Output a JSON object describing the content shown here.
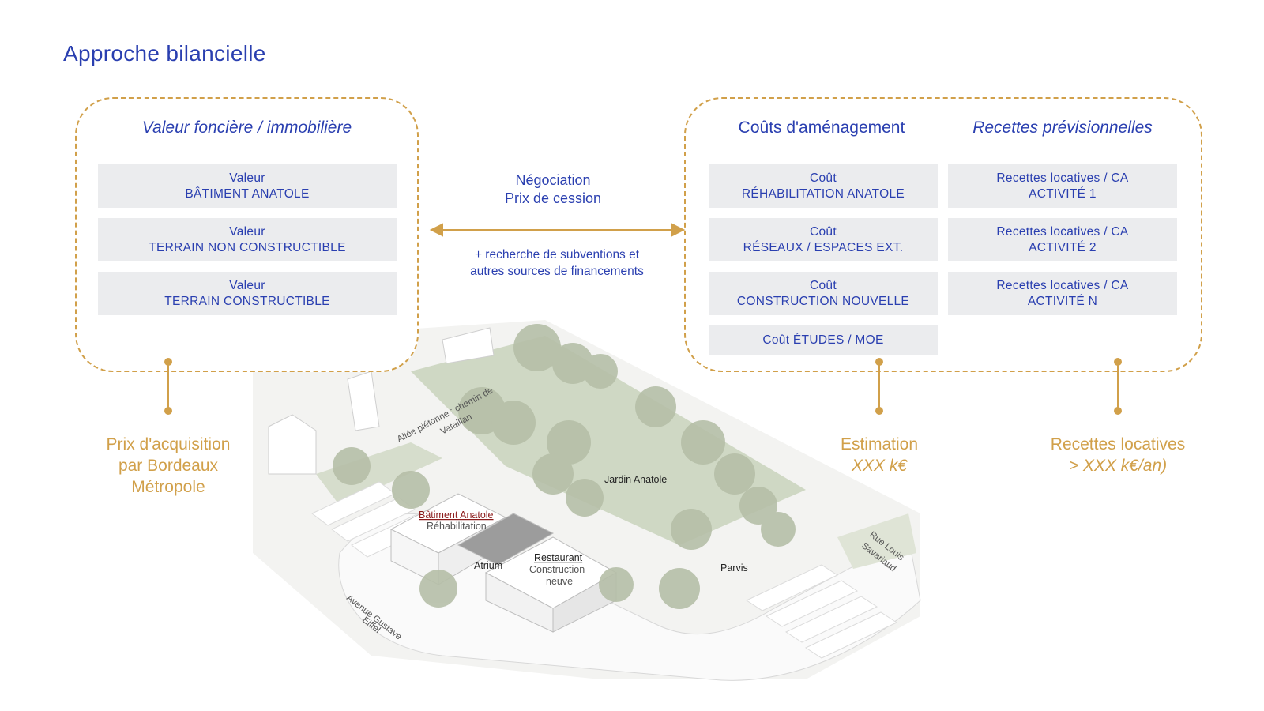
{
  "title": "Approche bilancielle",
  "left_panel": {
    "heading": "Valeur foncière / immobilière",
    "items": [
      {
        "line1": "Valeur",
        "line2": "BÂTIMENT ANATOLE"
      },
      {
        "line1": "Valeur",
        "line2": "TERRAIN NON CONSTRUCTIBLE"
      },
      {
        "line1": "Valeur",
        "line2": "TERRAIN CONSTRUCTIBLE"
      }
    ],
    "result": {
      "line1": "Prix d'acquisition",
      "line2": "par Bordeaux",
      "line3": "Métropole"
    }
  },
  "center": {
    "line1": "Négociation",
    "line2": "Prix de cession",
    "note1": "+ recherche de subventions et",
    "note2": "autres sources de financements"
  },
  "right_panel": {
    "costs_heading": "Coûts d'aménagement",
    "revenue_heading": "Recettes prévisionnelles",
    "costs": [
      {
        "line1": "Coût",
        "line2": "RÉHABILITATION ANATOLE"
      },
      {
        "line1": "Coût",
        "line2": "RÉSEAUX / ESPACES EXT."
      },
      {
        "line1": "Coût",
        "line2": "CONSTRUCTION NOUVELLE"
      },
      {
        "line1": "Coût ÉTUDES / MOE",
        "line2": ""
      }
    ],
    "revenues": [
      {
        "line1": "Recettes locatives / CA",
        "line2": "ACTIVITÉ 1"
      },
      {
        "line1": "Recettes locatives / CA",
        "line2": "ACTIVITÉ 2"
      },
      {
        "line1": "Recettes locatives / CA",
        "line2": "ACTIVITÉ N"
      }
    ],
    "estimation": {
      "line1": "Estimation",
      "line2": "XXX k€"
    },
    "recettes": {
      "line1": "Recettes locatives",
      "line2": "> XXX k€/an)"
    }
  },
  "map": {
    "labels": {
      "allee": "Allée piétonne : chemin de",
      "allee2": "Vafaillan",
      "jardin": "Jardin Anatole",
      "batiment": "Bâtiment Anatole",
      "rehab": "Réhabilitation",
      "atrium": "Atrium",
      "restaurant": "Restaurant",
      "construction": "Construction",
      "neuve": "neuve",
      "parvis": "Parvis",
      "rue1": "Rue Louis",
      "rue2": "Savariaud",
      "avenue1": "Avenue Gustave",
      "avenue2": "Eiffel"
    }
  },
  "colors": {
    "blue": "#2a3fb0",
    "orange": "#d1a04a",
    "box": "#ebecee",
    "green": "#c9d4bd"
  }
}
